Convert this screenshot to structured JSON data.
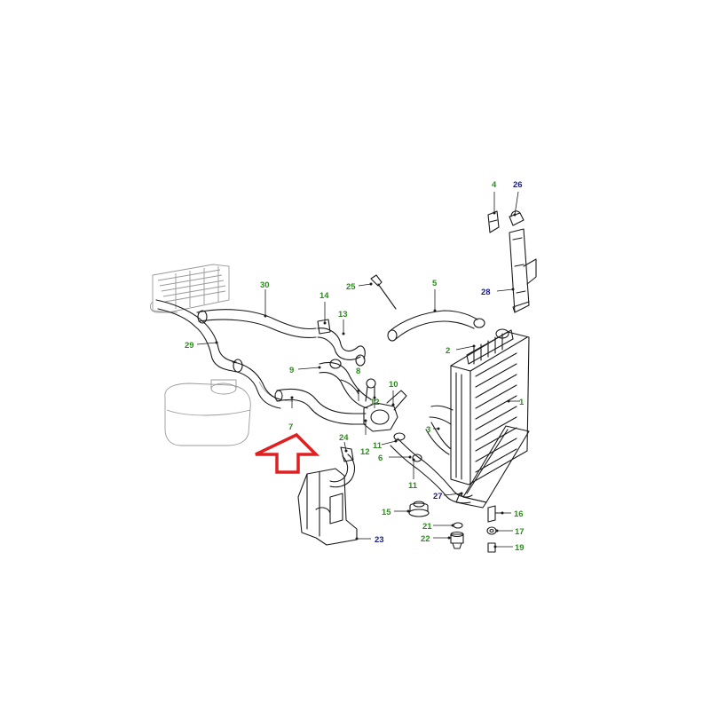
{
  "diagram": {
    "arrow_color": "#e02020",
    "labels": [
      {
        "id": "1",
        "text": "1",
        "color": "green"
      },
      {
        "id": "2",
        "text": "2",
        "color": "green"
      },
      {
        "id": "3",
        "text": "3",
        "color": "green"
      },
      {
        "id": "4",
        "text": "4",
        "color": "green"
      },
      {
        "id": "5",
        "text": "5",
        "color": "green"
      },
      {
        "id": "6",
        "text": "6",
        "color": "green"
      },
      {
        "id": "7",
        "text": "7",
        "color": "green"
      },
      {
        "id": "8",
        "text": "8",
        "color": "green"
      },
      {
        "id": "9",
        "text": "9",
        "color": "green"
      },
      {
        "id": "10",
        "text": "10",
        "color": "green"
      },
      {
        "id": "11a",
        "text": "11",
        "color": "green"
      },
      {
        "id": "11b",
        "text": "11",
        "color": "green"
      },
      {
        "id": "12a",
        "text": "12",
        "color": "green"
      },
      {
        "id": "12b",
        "text": "12",
        "color": "green"
      },
      {
        "id": "13",
        "text": "13",
        "color": "green"
      },
      {
        "id": "14",
        "text": "14",
        "color": "green"
      },
      {
        "id": "15",
        "text": "15",
        "color": "green"
      },
      {
        "id": "16",
        "text": "16",
        "color": "green"
      },
      {
        "id": "17",
        "text": "17",
        "color": "green"
      },
      {
        "id": "19",
        "text": "19",
        "color": "green"
      },
      {
        "id": "21",
        "text": "21",
        "color": "green"
      },
      {
        "id": "22",
        "text": "22",
        "color": "green"
      },
      {
        "id": "23",
        "text": "23",
        "color": "blue"
      },
      {
        "id": "24",
        "text": "24",
        "color": "green"
      },
      {
        "id": "25",
        "text": "25",
        "color": "green"
      },
      {
        "id": "26",
        "text": "26",
        "color": "blue"
      },
      {
        "id": "27",
        "text": "27",
        "color": "blue"
      },
      {
        "id": "28",
        "text": "28",
        "color": "blue"
      },
      {
        "id": "29",
        "text": "29",
        "color": "green"
      },
      {
        "id": "30",
        "text": "30",
        "color": "green"
      }
    ]
  }
}
